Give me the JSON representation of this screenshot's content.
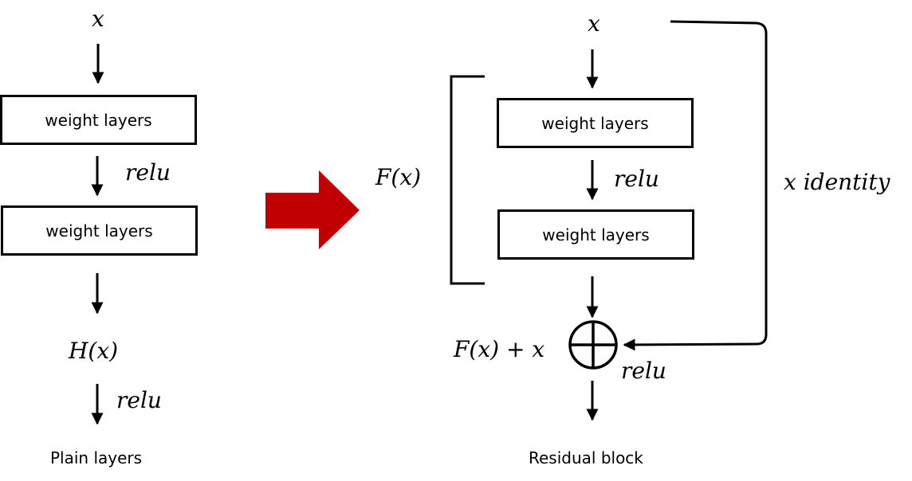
{
  "plain": {
    "input": "x",
    "layer1": "weight layers",
    "relu1": "relu",
    "layer2": "weight layers",
    "output": "H(x)",
    "relu2": "relu",
    "caption": "Plain layers"
  },
  "residual": {
    "input": "x",
    "layer1": "weight layers",
    "relu1": "relu",
    "layer2": "weight layers",
    "branch_label": "F(x)",
    "shortcut_label": "x identity",
    "sum_label": "F(x) + x",
    "relu2": "relu",
    "caption": "Residual block"
  },
  "colors": {
    "transform_arrow": "#c00000",
    "stroke": "#000000"
  }
}
